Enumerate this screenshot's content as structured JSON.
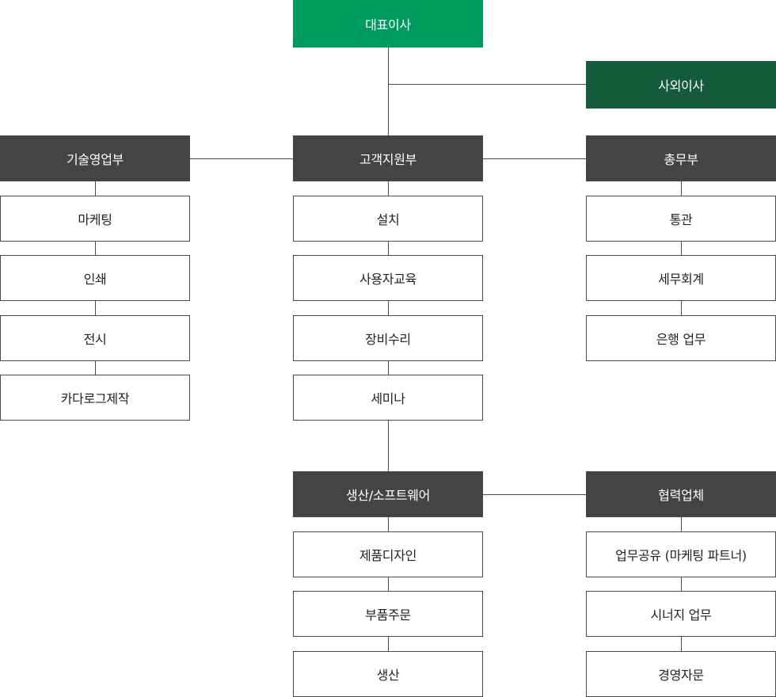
{
  "ceo": "대표이사",
  "board": "사외이사",
  "departments": {
    "tech_sales": {
      "title": "기술영업부",
      "items": [
        "마케팅",
        "인쇄",
        "전시",
        "카다로그제작"
      ]
    },
    "customer_support": {
      "title": "고객지원부",
      "items": [
        "설치",
        "사용자교육",
        "장비수리",
        "세미나"
      ]
    },
    "general_affairs": {
      "title": "총무부",
      "items": [
        "통관",
        "세무회계",
        "은행 업무"
      ]
    },
    "production_software": {
      "title": "생산/소프트웨어",
      "items": [
        "제품디자인",
        "부품주문",
        "생산"
      ]
    },
    "partners": {
      "title": "협력업체",
      "items": [
        "업무공유 (마케팅 파트너)",
        "시너지 업무",
        "경영자문"
      ]
    }
  },
  "colors": {
    "ceo": "#009b5e",
    "board": "#155c3d",
    "department": "#444444",
    "line": "#4a4a4a"
  }
}
